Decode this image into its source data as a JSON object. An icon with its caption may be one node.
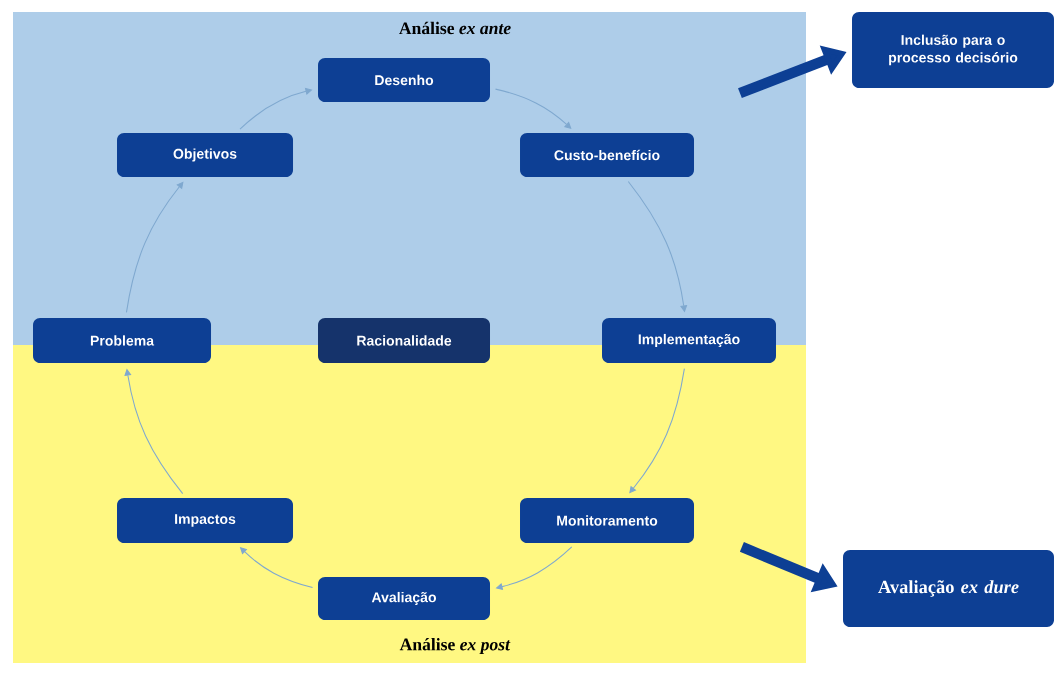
{
  "diagram": {
    "nodes": [
      {
        "text": [
          "Análise *ex ante*"
        ]
      },
      {
        "text": [
          "Análise *ex post*"
        ]
      },
      {
        "text": [
          "Desenho"
        ],
        "in": 0
      },
      {
        "text": [
          "Objetivos"
        ],
        "in": 0
      },
      {
        "text": [
          "Custo-benefício"
        ],
        "in": 0
      },
      {
        "text": [
          "Problema"
        ]
      },
      {
        "text": [
          "Racionalidade"
        ]
      },
      {
        "text": [
          "Implementação"
        ]
      },
      {
        "text": [
          "Impactos"
        ],
        "in": 1
      },
      {
        "text": [
          "Monitoramento"
        ],
        "in": 1
      },
      {
        "text": [
          "Avaliação"
        ],
        "in": 1
      },
      {
        "text": [
          "Inclusão para o processo decisório"
        ]
      },
      {
        "text": [
          "Avaliação *ex dure*"
        ]
      }
    ],
    "edges": [
      {
        "from": 5,
        "to": 3,
        "arrow": "to"
      },
      {
        "from": 3,
        "to": 2,
        "arrow": "to"
      },
      {
        "from": 2,
        "to": 4,
        "arrow": "to"
      },
      {
        "from": 4,
        "to": 7,
        "arrow": "to"
      },
      {
        "from": 7,
        "to": 9,
        "arrow": "to"
      },
      {
        "from": 9,
        "to": 10,
        "arrow": "to"
      },
      {
        "from": 10,
        "to": 8,
        "arrow": "to"
      },
      {
        "from": 8,
        "to": 5,
        "arrow": "to"
      },
      {
        "from": null,
        "to": 11,
        "arrow": "to",
        "style": "thick",
        "color": "#0d3f94"
      },
      {
        "from": null,
        "to": 12,
        "arrow": "to",
        "style": "thick",
        "color": "#0d3f94"
      }
    ]
  }
}
